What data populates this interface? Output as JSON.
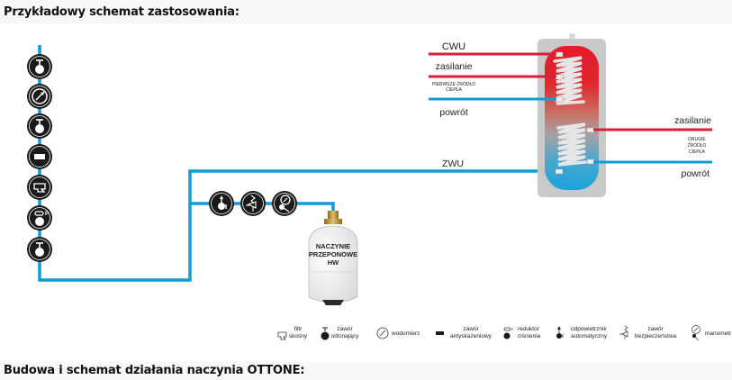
{
  "headings": {
    "example_schema": "Przykładowy schemat zastosowania:",
    "construction": "Budowa i schemat działania naczynia OTTONE:"
  },
  "tank": {
    "left_labels": {
      "cwu": "CWU",
      "supply": "zasilanie",
      "first_source_line1": "PIERWSZE ŹRÓDŁO",
      "first_source_line2": "CIEPŁA",
      "return": "powrót",
      "zwu": "ZWU"
    },
    "right_labels": {
      "supply": "zasilanie",
      "second_source_line1": "DRUGIE",
      "second_source_line2": "ŹRÓDŁO",
      "second_source_line3": "CIEPŁA",
      "return": "powrót"
    }
  },
  "vessel": {
    "line1": "NACZYNIE",
    "line2": "PRZEPONOWE",
    "line3": "HW"
  },
  "left_column_icons": [
    "shutoff-valve",
    "water-meter",
    "shutoff-valve",
    "anti-pollution-valve",
    "angled-filter",
    "pressure-reducer",
    "shutoff-valve"
  ],
  "branch_icons": [
    "automatic-air-vent",
    "safety-valve",
    "manometer"
  ],
  "legend": [
    {
      "icon": "angled-filter",
      "line1": "filtr",
      "line2": "skośny"
    },
    {
      "icon": "shutoff-valve",
      "line1": "zawór",
      "line2": "odcinający"
    },
    {
      "icon": "water-meter",
      "line1": "wodomierz",
      "line2": ""
    },
    {
      "icon": "anti-pollution-valve",
      "line1": "zawór",
      "line2": "antyskażeniowy"
    },
    {
      "icon": "pressure-reducer",
      "line1": "reduktor",
      "line2": "ciśnienia"
    },
    {
      "icon": "automatic-air-vent",
      "line1": "odpowietrznik",
      "line2": "automatyczny"
    },
    {
      "icon": "safety-valve",
      "line1": "zawór",
      "line2": "bezpieczeństwa"
    },
    {
      "icon": "manometer",
      "line1": "manometr",
      "line2": ""
    }
  ],
  "colors": {
    "pipe_blue": "#139bd2",
    "pipe_red": "#d5203a",
    "tank_red": "#e11b2a",
    "tank_blue": "#1ca3d9",
    "tank_shell": "#c9c9c9",
    "icon_black": "#1a1a1a"
  }
}
